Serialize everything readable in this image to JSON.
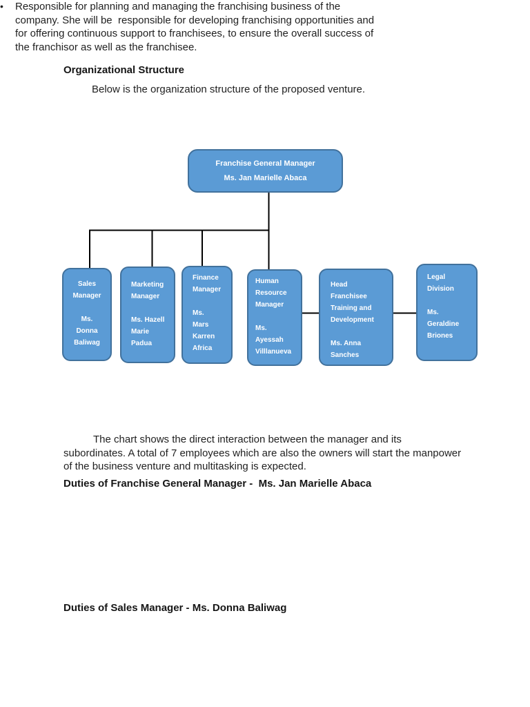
{
  "page": {
    "heading": "Organizational Structure",
    "intro": "Below is the organization structure of the proposed venture.",
    "chart_paragraph": "The chart shows the direct interaction between the manager and its\nsubordinates. A total of 7 employees which are also the owners will start the manpower\nof the business venture and multitasking is expected.",
    "duties_gm_heading": "Duties of Franchise General Manager -  Ms. Jan Marielle Abaca",
    "bullet_glyph": "•",
    "duties_gm_bullet": "Responsible for planning and managing the franchising business of the\ncompany. She will be  responsible for developing franchising opportunities and\nfor offering continuous support to franchisees, to ensure the overall success of\nthe franchisor as well as the franchisee.",
    "duties_sales_heading": "Duties of Sales Manager - Ms. Donna Baliwag"
  },
  "org_chart": {
    "type": "org-tree",
    "colors": {
      "node_fill": "#5b9bd5",
      "node_border": "#41719c",
      "node_text": "#ffffff",
      "connector": "#000000"
    },
    "nodes": [
      {
        "id": "franchise-general-manager",
        "title": "Franchise General Manager",
        "person": "Ms. Jan Marielle Abaca"
      },
      {
        "id": "sales-manager",
        "title": "Sales\nManager",
        "person": "Ms.\nDonna\nBaliwag"
      },
      {
        "id": "marketing-manager",
        "title": "Marketing\nManager",
        "person": "Ms. Hazell\nMarie\nPadua"
      },
      {
        "id": "finance-manager",
        "title": "Finance\nManager",
        "person": "Ms.\nMars\nKarren\nAfrica"
      },
      {
        "id": "human-resource-manager",
        "title": "Human\nResource\nManager",
        "person": "Ms.\nAyessah\nVilllanueva"
      },
      {
        "id": "head-franchisee-training",
        "title": "Head\nFranchisee\nTraining and\nDevelopment",
        "person": "Ms. Anna\nSanches"
      },
      {
        "id": "legal-division",
        "title": "Legal\nDivision",
        "person": "Ms.\nGeraldine\nBriones"
      }
    ],
    "edges": [
      [
        "franchise-general-manager",
        "sales-manager"
      ],
      [
        "franchise-general-manager",
        "marketing-manager"
      ],
      [
        "franchise-general-manager",
        "finance-manager"
      ],
      [
        "franchise-general-manager",
        "human-resource-manager"
      ],
      [
        "human-resource-manager",
        "head-franchisee-training"
      ],
      [
        "head-franchisee-training",
        "legal-division"
      ]
    ]
  }
}
